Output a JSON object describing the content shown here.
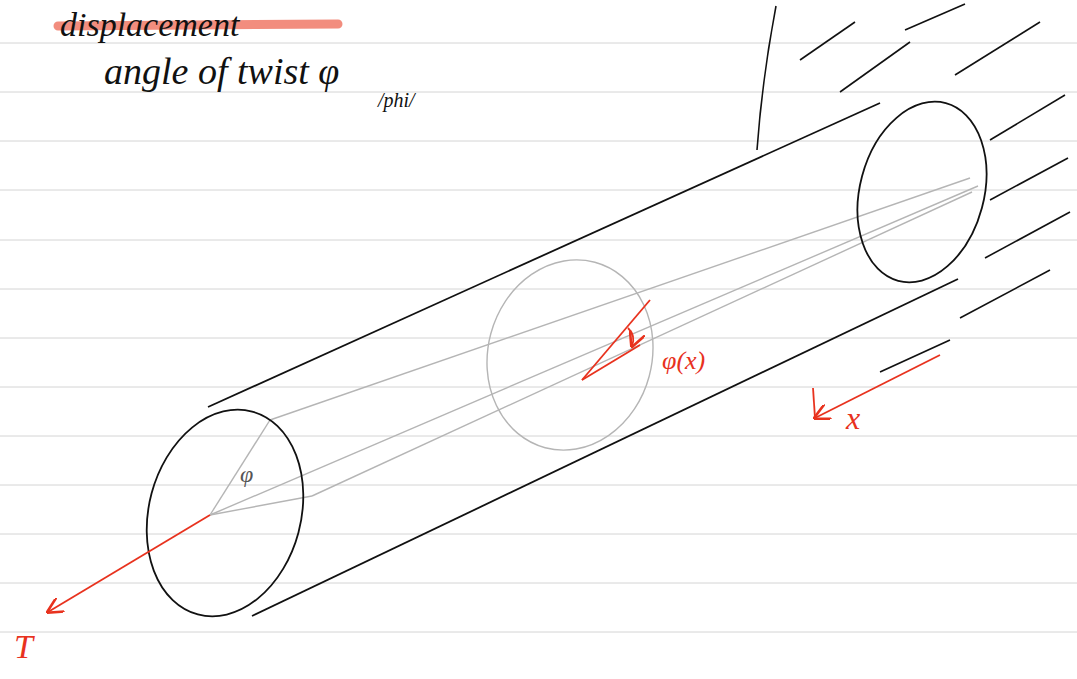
{
  "diagram": {
    "labels": [
      "displacement",
      "angle of twist φ",
      "/phi/",
      "φ(x)",
      "x",
      "T",
      "φ"
    ]
  }
}
